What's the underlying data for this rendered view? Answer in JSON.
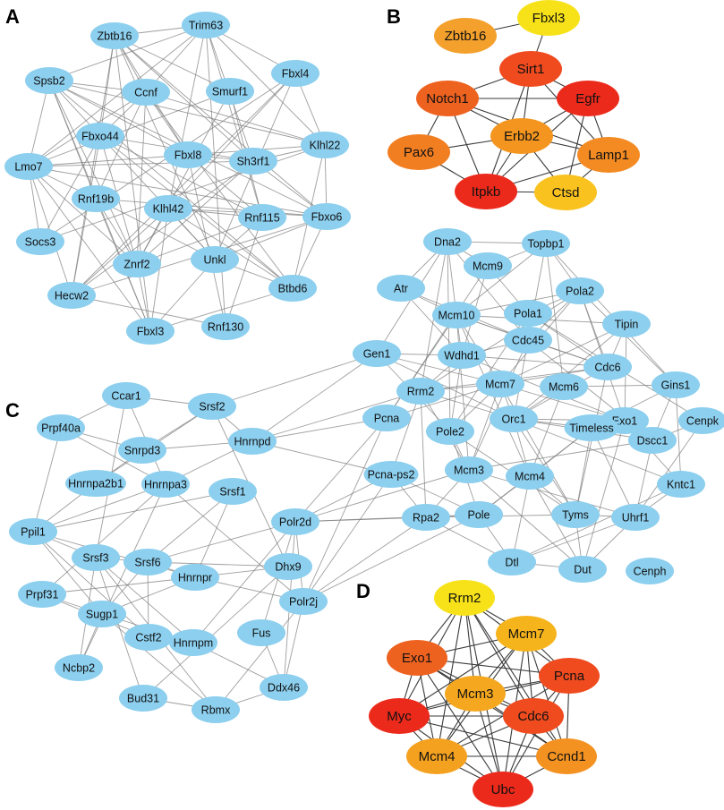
{
  "colors": {
    "node_default": "#8ccfee",
    "edge": "#7d7d7d"
  },
  "panels": [
    {
      "id": "A",
      "label": "A",
      "hub_style": false,
      "nodes": [
        {
          "id": "Trim63",
          "label": "Trim63"
        },
        {
          "id": "Zbtb16",
          "label": "Zbtb16"
        },
        {
          "id": "Fbxl4",
          "label": "Fbxl4"
        },
        {
          "id": "Spsb2",
          "label": "Spsb2"
        },
        {
          "id": "Ccnf",
          "label": "Ccnf"
        },
        {
          "id": "Smurf1",
          "label": "Smurf1"
        },
        {
          "id": "Fbxo44",
          "label": "Fbxo44"
        },
        {
          "id": "Klhl22",
          "label": "Klhl22"
        },
        {
          "id": "Fbxl8",
          "label": "Fbxl8"
        },
        {
          "id": "Sh3rf1",
          "label": "Sh3rf1"
        },
        {
          "id": "Lmo7",
          "label": "Lmo7"
        },
        {
          "id": "Rnf19b",
          "label": "Rnf19b"
        },
        {
          "id": "Klhl42",
          "label": "Klhl42"
        },
        {
          "id": "Rnf115",
          "label": "Rnf115"
        },
        {
          "id": "Fbxo6",
          "label": "Fbxo6"
        },
        {
          "id": "Socs3",
          "label": "Socs3"
        },
        {
          "id": "Znrf2",
          "label": "Znrf2"
        },
        {
          "id": "Unkl",
          "label": "Unkl"
        },
        {
          "id": "Hecw2",
          "label": "Hecw2"
        },
        {
          "id": "Btbd6",
          "label": "Btbd6"
        },
        {
          "id": "Fbxl3",
          "label": "Fbxl3"
        },
        {
          "id": "Rnf130",
          "label": "Rnf130"
        }
      ]
    },
    {
      "id": "B",
      "label": "B",
      "hub_style": true,
      "nodes": [
        {
          "id": "Fbxl3",
          "label": "Fbxl3",
          "color": "#f7e21a"
        },
        {
          "id": "Zbtb16",
          "label": "Zbtb16",
          "color": "#f3a02c"
        },
        {
          "id": "Sirt1",
          "label": "Sirt1",
          "color": "#ef4b1f"
        },
        {
          "id": "Notch1",
          "label": "Notch1",
          "color": "#ee6220"
        },
        {
          "id": "Egfr",
          "label": "Egfr",
          "color": "#ec2a1c"
        },
        {
          "id": "Erbb2",
          "label": "Erbb2",
          "color": "#f3951f"
        },
        {
          "id": "Pax6",
          "label": "Pax6",
          "color": "#f27e22"
        },
        {
          "id": "Lamp1",
          "label": "Lamp1",
          "color": "#f38a22"
        },
        {
          "id": "Itpkb",
          "label": "Itpkb",
          "color": "#ec2a1c"
        },
        {
          "id": "Ctsd",
          "label": "Ctsd",
          "color": "#f9c21f"
        }
      ],
      "edges": [
        [
          "Fbxl3",
          "Zbtb16"
        ],
        [
          "Fbxl3",
          "Sirt1"
        ],
        [
          "Sirt1",
          "Notch1"
        ],
        [
          "Sirt1",
          "Egfr"
        ],
        [
          "Sirt1",
          "Erbb2"
        ],
        [
          "Sirt1",
          "Itpkb"
        ],
        [
          "Sirt1",
          "Lamp1"
        ],
        [
          "Notch1",
          "Egfr"
        ],
        [
          "Notch1",
          "Erbb2"
        ],
        [
          "Notch1",
          "Pax6"
        ],
        [
          "Notch1",
          "Itpkb"
        ],
        [
          "Notch1",
          "Lamp1"
        ],
        [
          "Egfr",
          "Erbb2"
        ],
        [
          "Egfr",
          "Lamp1"
        ],
        [
          "Egfr",
          "Itpkb"
        ],
        [
          "Egfr",
          "Ctsd"
        ],
        [
          "Erbb2",
          "Lamp1"
        ],
        [
          "Erbb2",
          "Itpkb"
        ],
        [
          "Erbb2",
          "Ctsd"
        ],
        [
          "Erbb2",
          "Pax6"
        ],
        [
          "Pax6",
          "Itpkb"
        ],
        [
          "Itpkb",
          "Ctsd"
        ],
        [
          "Lamp1",
          "Ctsd"
        ],
        [
          "Lamp1",
          "Itpkb"
        ]
      ]
    },
    {
      "id": "C",
      "label": "C",
      "hub_style": false,
      "nodes": [
        {
          "id": "Dna2",
          "label": "Dna2"
        },
        {
          "id": "Topbp1",
          "label": "Topbp1"
        },
        {
          "id": "Mcm9",
          "label": "Mcm9"
        },
        {
          "id": "Atr",
          "label": "Atr"
        },
        {
          "id": "Pola2",
          "label": "Pola2"
        },
        {
          "id": "Mcm10",
          "label": "Mcm10"
        },
        {
          "id": "Pola1",
          "label": "Pola1"
        },
        {
          "id": "Tipin",
          "label": "Tipin"
        },
        {
          "id": "Cdc45",
          "label": "Cdc45"
        },
        {
          "id": "Gen1",
          "label": "Gen1"
        },
        {
          "id": "Wdhd1",
          "label": "Wdhd1"
        },
        {
          "id": "Cdc6",
          "label": "Cdc6"
        },
        {
          "id": "Gins1",
          "label": "Gins1"
        },
        {
          "id": "Mcm7",
          "label": "Mcm7"
        },
        {
          "id": "Mcm6",
          "label": "Mcm6"
        },
        {
          "id": "Rrm2",
          "label": "Rrm2"
        },
        {
          "id": "Pcna",
          "label": "Pcna"
        },
        {
          "id": "Orc1",
          "label": "Orc1"
        },
        {
          "id": "Exo1",
          "label": "Exo1"
        },
        {
          "id": "Cenpk",
          "label": "Cenpk"
        },
        {
          "id": "Pole2",
          "label": "Pole2"
        },
        {
          "id": "Timeless",
          "label": "Timeless"
        },
        {
          "id": "Dscc1",
          "label": "Dscc1"
        },
        {
          "id": "Pcna-ps2",
          "label": "Pcna-ps2"
        },
        {
          "id": "Mcm3",
          "label": "Mcm3"
        },
        {
          "id": "Mcm4",
          "label": "Mcm4"
        },
        {
          "id": "Kntc1",
          "label": "Kntc1"
        },
        {
          "id": "Rpa2",
          "label": "Rpa2"
        },
        {
          "id": "Pole",
          "label": "Pole"
        },
        {
          "id": "Tyms",
          "label": "Tyms"
        },
        {
          "id": "Uhrf1",
          "label": "Uhrf1"
        },
        {
          "id": "Dtl",
          "label": "Dtl"
        },
        {
          "id": "Dut",
          "label": "Dut"
        },
        {
          "id": "Cenph",
          "label": "Cenph"
        },
        {
          "id": "Ccar1",
          "label": "Ccar1"
        },
        {
          "id": "Srsf2",
          "label": "Srsf2"
        },
        {
          "id": "Prpf40a",
          "label": "Prpf40a"
        },
        {
          "id": "Snrpd3",
          "label": "Snrpd3"
        },
        {
          "id": "Hnrnpd",
          "label": "Hnrnpd"
        },
        {
          "id": "Hnrnpa2b1",
          "label": "Hnrnpa2b1"
        },
        {
          "id": "Hnrnpa3",
          "label": "Hnrnpa3"
        },
        {
          "id": "Srsf1",
          "label": "Srsf1"
        },
        {
          "id": "Polr2d",
          "label": "Polr2d"
        },
        {
          "id": "Ppil1",
          "label": "Ppil1"
        },
        {
          "id": "Srsf3",
          "label": "Srsf3"
        },
        {
          "id": "Srsf6",
          "label": "Srsf6"
        },
        {
          "id": "Dhx9",
          "label": "Dhx9"
        },
        {
          "id": "Hnrnpr",
          "label": "Hnrnpr"
        },
        {
          "id": "Prpf31",
          "label": "Prpf31"
        },
        {
          "id": "Polr2j",
          "label": "Polr2j"
        },
        {
          "id": "Sugp1",
          "label": "Sugp1"
        },
        {
          "id": "Cstf2",
          "label": "Cstf2"
        },
        {
          "id": "Fus",
          "label": "Fus"
        },
        {
          "id": "Hnrnpm",
          "label": "Hnrnpm"
        },
        {
          "id": "Ncbp2",
          "label": "Ncbp2"
        },
        {
          "id": "Ddx46",
          "label": "Ddx46"
        },
        {
          "id": "Bud31",
          "label": "Bud31"
        },
        {
          "id": "Rbmx",
          "label": "Rbmx"
        }
      ]
    },
    {
      "id": "D",
      "label": "D",
      "hub_style": true,
      "nodes": [
        {
          "id": "Rrm2",
          "label": "Rrm2",
          "color": "#f7e21a"
        },
        {
          "id": "Mcm7",
          "label": "Mcm7",
          "color": "#f6b41c"
        },
        {
          "id": "Exo1",
          "label": "Exo1",
          "color": "#ee6220"
        },
        {
          "id": "Pcna",
          "label": "Pcna",
          "color": "#ef4b1f"
        },
        {
          "id": "Mcm3",
          "label": "Mcm3",
          "color": "#f5a81f"
        },
        {
          "id": "Myc",
          "label": "Myc",
          "color": "#ec2a1c"
        },
        {
          "id": "Cdc6",
          "label": "Cdc6",
          "color": "#ef4b1f"
        },
        {
          "id": "Mcm4",
          "label": "Mcm4",
          "color": "#f5a120"
        },
        {
          "id": "Ccnd1",
          "label": "Ccnd1",
          "color": "#f39221"
        },
        {
          "id": "Ubc",
          "label": "Ubc",
          "color": "#ec2a1c"
        }
      ],
      "edges": [
        [
          "Rrm2",
          "Mcm7"
        ],
        [
          "Rrm2",
          "Exo1"
        ],
        [
          "Rrm2",
          "Pcna"
        ],
        [
          "Rrm2",
          "Mcm3"
        ],
        [
          "Rrm2",
          "Cdc6"
        ],
        [
          "Rrm2",
          "Myc"
        ],
        [
          "Rrm2",
          "Ubc"
        ],
        [
          "Rrm2",
          "Mcm4"
        ],
        [
          "Rrm2",
          "Ccnd1"
        ],
        [
          "Mcm7",
          "Exo1"
        ],
        [
          "Mcm7",
          "Pcna"
        ],
        [
          "Mcm7",
          "Mcm3"
        ],
        [
          "Mcm7",
          "Cdc6"
        ],
        [
          "Mcm7",
          "Myc"
        ],
        [
          "Mcm7",
          "Ubc"
        ],
        [
          "Mcm7",
          "Mcm4"
        ],
        [
          "Mcm7",
          "Ccnd1"
        ],
        [
          "Exo1",
          "Pcna"
        ],
        [
          "Exo1",
          "Mcm3"
        ],
        [
          "Exo1",
          "Myc"
        ],
        [
          "Exo1",
          "Cdc6"
        ],
        [
          "Exo1",
          "Mcm4"
        ],
        [
          "Exo1",
          "Ubc"
        ],
        [
          "Exo1",
          "Ccnd1"
        ],
        [
          "Pcna",
          "Mcm3"
        ],
        [
          "Pcna",
          "Cdc6"
        ],
        [
          "Pcna",
          "Ccnd1"
        ],
        [
          "Pcna",
          "Ubc"
        ],
        [
          "Pcna",
          "Myc"
        ],
        [
          "Pcna",
          "Mcm4"
        ],
        [
          "Mcm3",
          "Myc"
        ],
        [
          "Mcm3",
          "Cdc6"
        ],
        [
          "Mcm3",
          "Mcm4"
        ],
        [
          "Mcm3",
          "Ubc"
        ],
        [
          "Mcm3",
          "Ccnd1"
        ],
        [
          "Myc",
          "Cdc6"
        ],
        [
          "Myc",
          "Mcm4"
        ],
        [
          "Myc",
          "Ubc"
        ],
        [
          "Myc",
          "Ccnd1"
        ],
        [
          "Cdc6",
          "Ccnd1"
        ],
        [
          "Cdc6",
          "Ubc"
        ],
        [
          "Cdc6",
          "Mcm4"
        ],
        [
          "Mcm4",
          "Ubc"
        ],
        [
          "Ccnd1",
          "Ubc"
        ],
        [
          "Mcm4",
          "Ccnd1"
        ]
      ]
    }
  ]
}
